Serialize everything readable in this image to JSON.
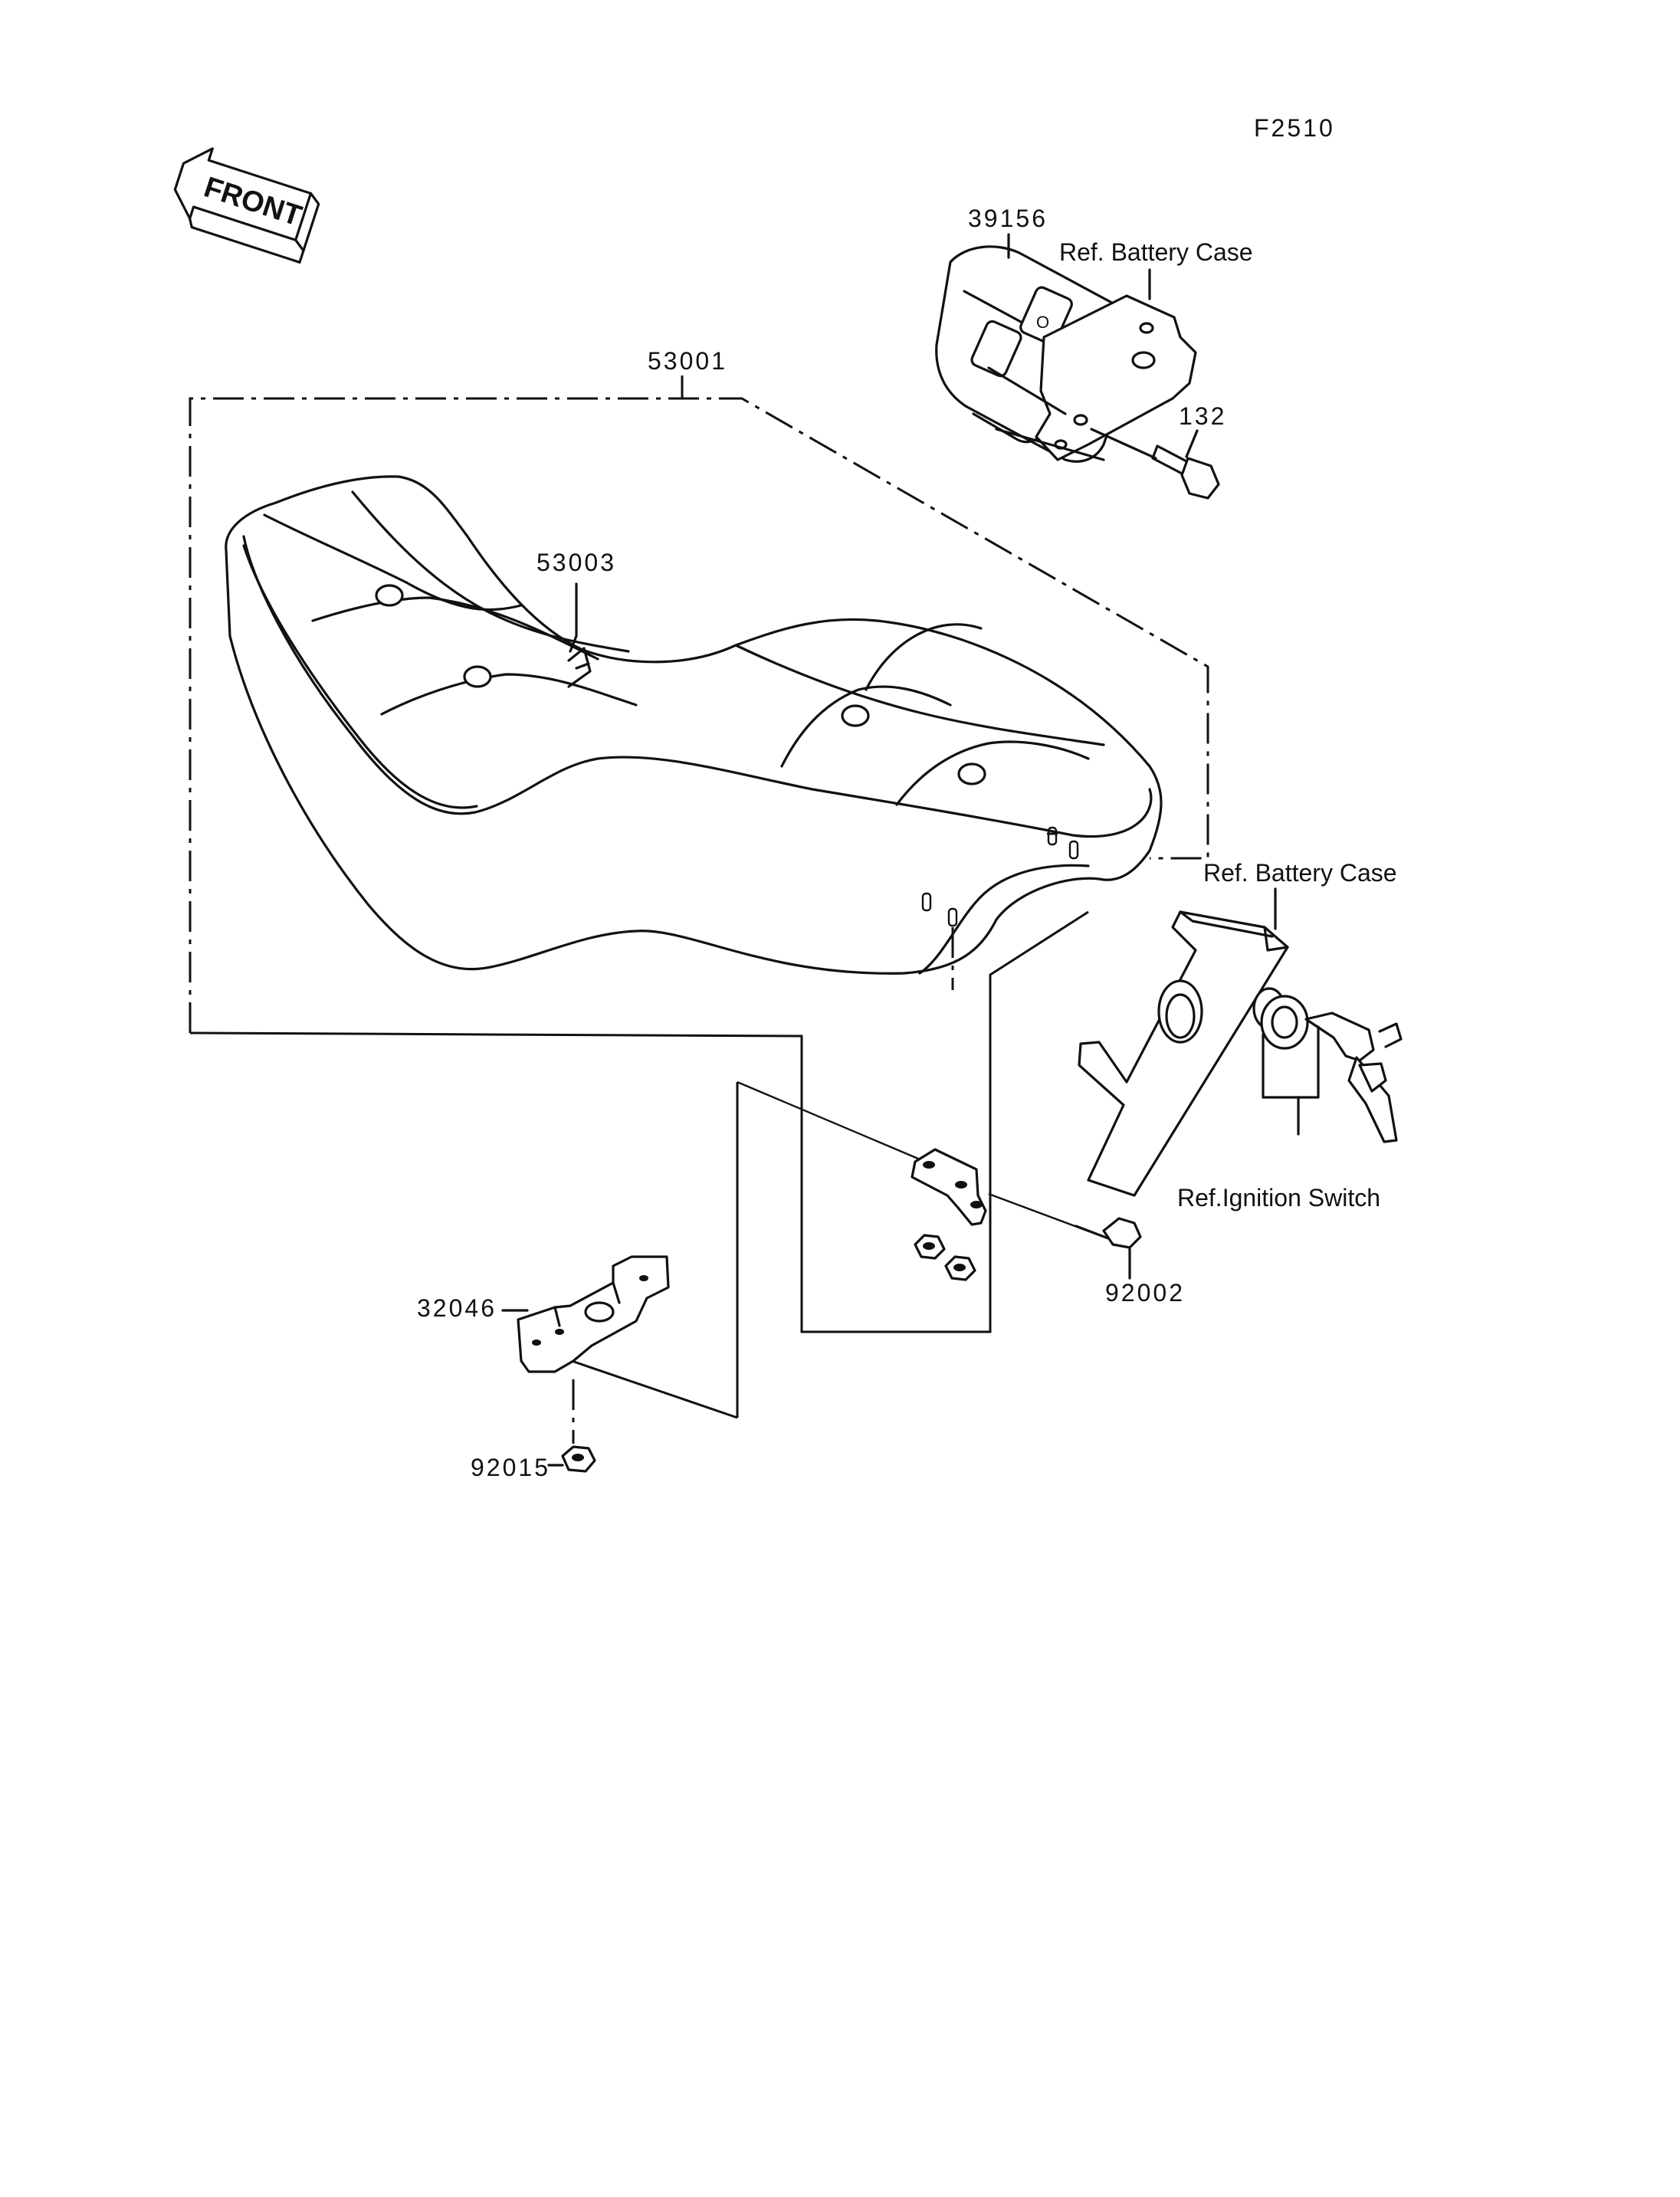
{
  "figure_code": "F2510",
  "front_arrow_label": "FRONT",
  "parts": {
    "p39156": "39156",
    "p53001": "53001",
    "p53003": "53003",
    "p132": "132",
    "p32046": "32046",
    "p92002": "92002",
    "p92015": "92015"
  },
  "refs": {
    "battery_case_top": "Ref. Battery Case",
    "battery_case_mid": "Ref. Battery Case",
    "ignition_switch": "Ref.Ignition Switch"
  }
}
